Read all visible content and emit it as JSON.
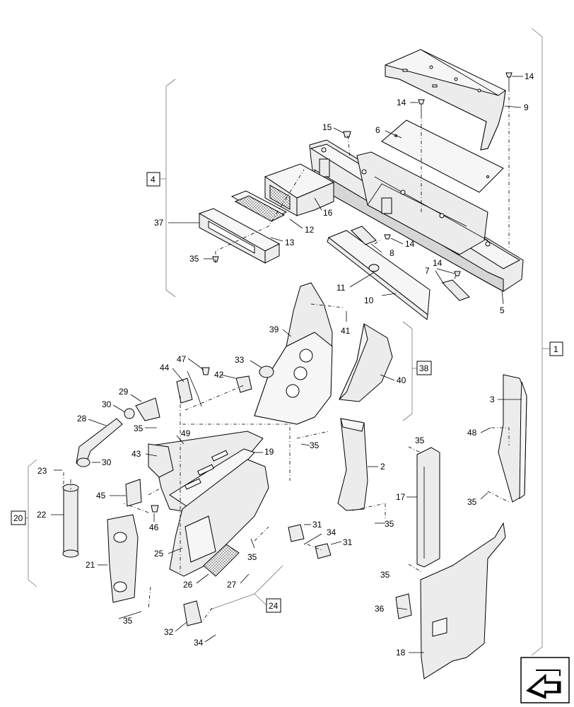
{
  "diagram": {
    "callouts": [
      "1",
      "2",
      "3",
      "4",
      "5",
      "6",
      "7",
      "8",
      "9",
      "10",
      "11",
      "12",
      "13",
      "14",
      "15",
      "16",
      "17",
      "18",
      "19",
      "20",
      "21",
      "22",
      "23",
      "24",
      "25",
      "26",
      "27",
      "28",
      "29",
      "30",
      "31",
      "32",
      "33",
      "34",
      "35",
      "36",
      "37",
      "38",
      "39",
      "40",
      "41",
      "42",
      "43",
      "44",
      "45",
      "46",
      "47",
      "48",
      "49"
    ],
    "group_labels": {
      "g1": "1",
      "g4": "4",
      "g20": "20",
      "g24": "24",
      "g38": "38"
    }
  },
  "nav_icon": "arrow-back-icon"
}
